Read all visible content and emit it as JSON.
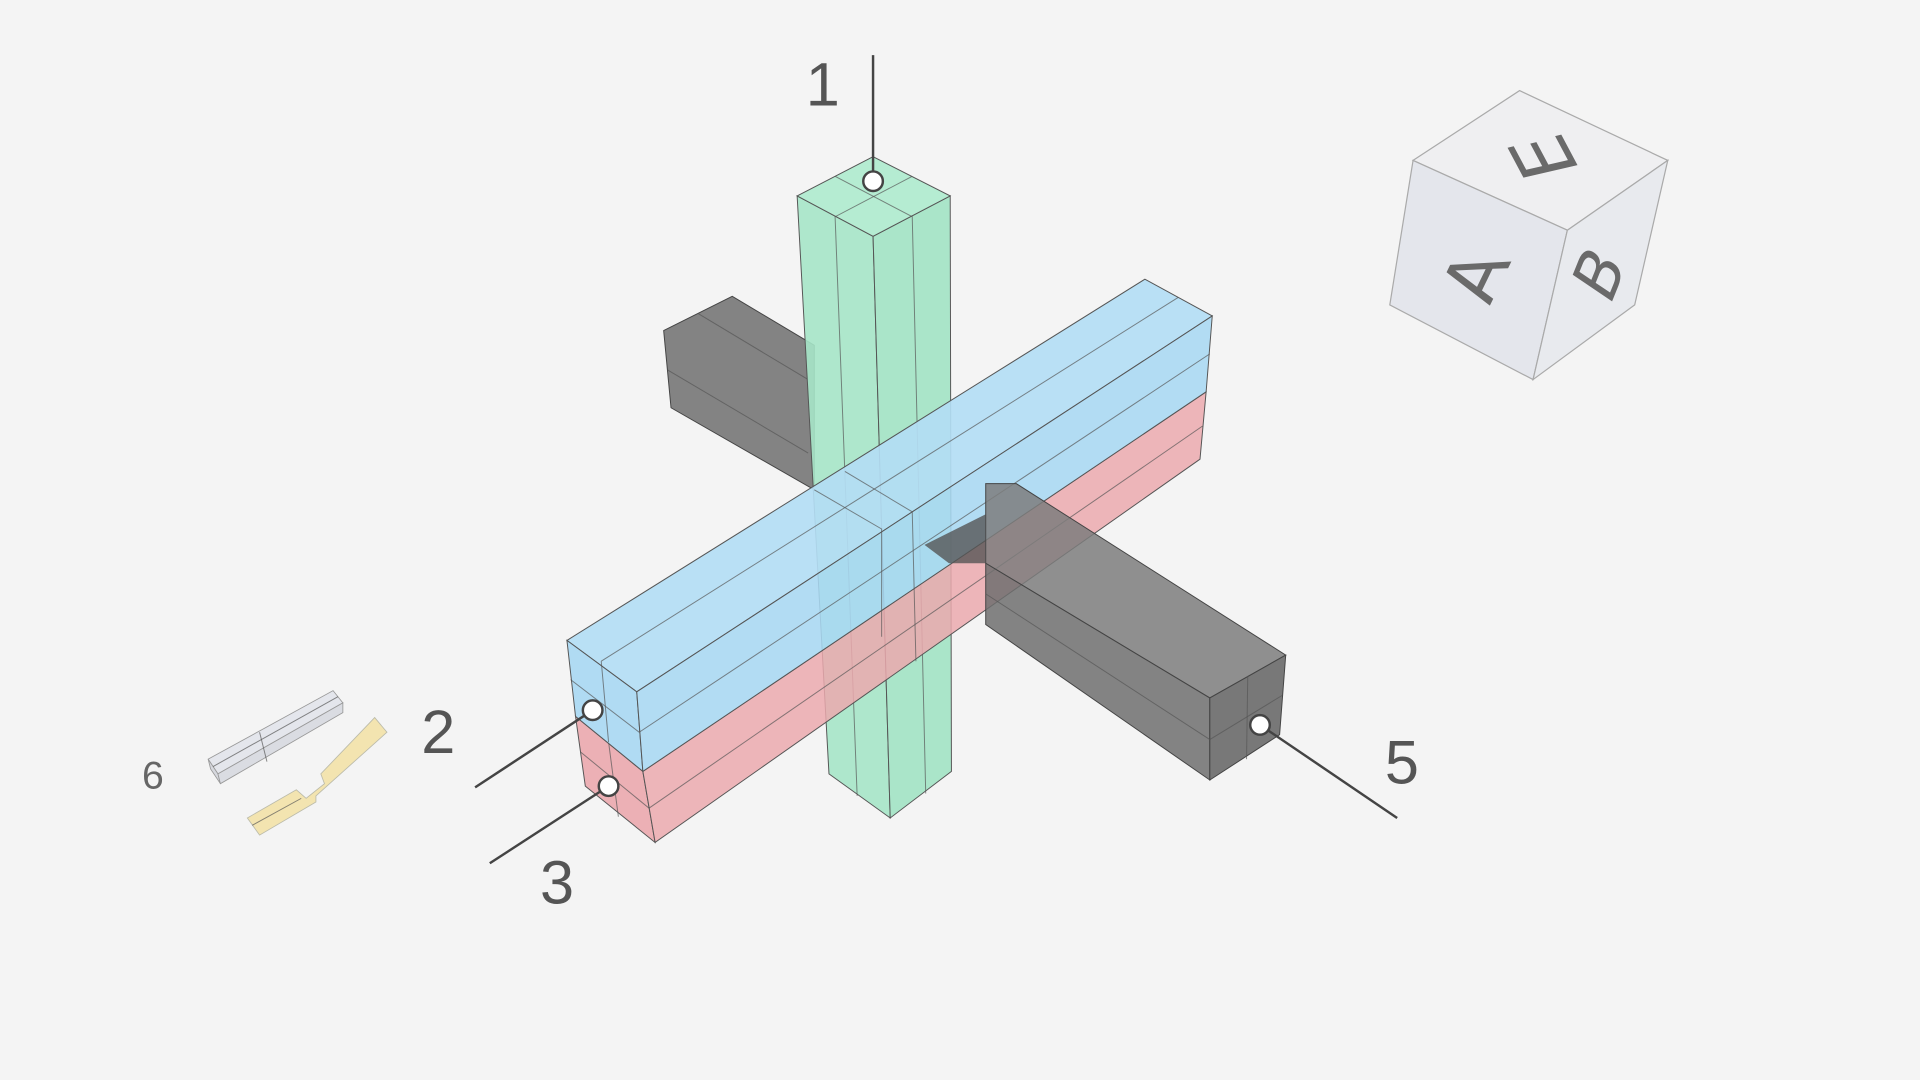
{
  "callouts": [
    {
      "id": "1",
      "label": "1"
    },
    {
      "id": "2",
      "label": "2"
    },
    {
      "id": "3",
      "label": "3"
    },
    {
      "id": "5",
      "label": "5"
    },
    {
      "id": "6",
      "label": "6"
    }
  ],
  "view_cube": {
    "front": "A",
    "right": "B",
    "top": "E"
  },
  "colors": {
    "background": "#f4f4f4",
    "post": "#a6e6c8",
    "beam_upper": "#a9d8f2",
    "beam_lower": "#eba9ae",
    "beam_cross": "#7c7c7c",
    "part_gray": "#e4e6ec",
    "part_yellow": "#f3e4b0",
    "cube_face": "#e7e9ee"
  }
}
